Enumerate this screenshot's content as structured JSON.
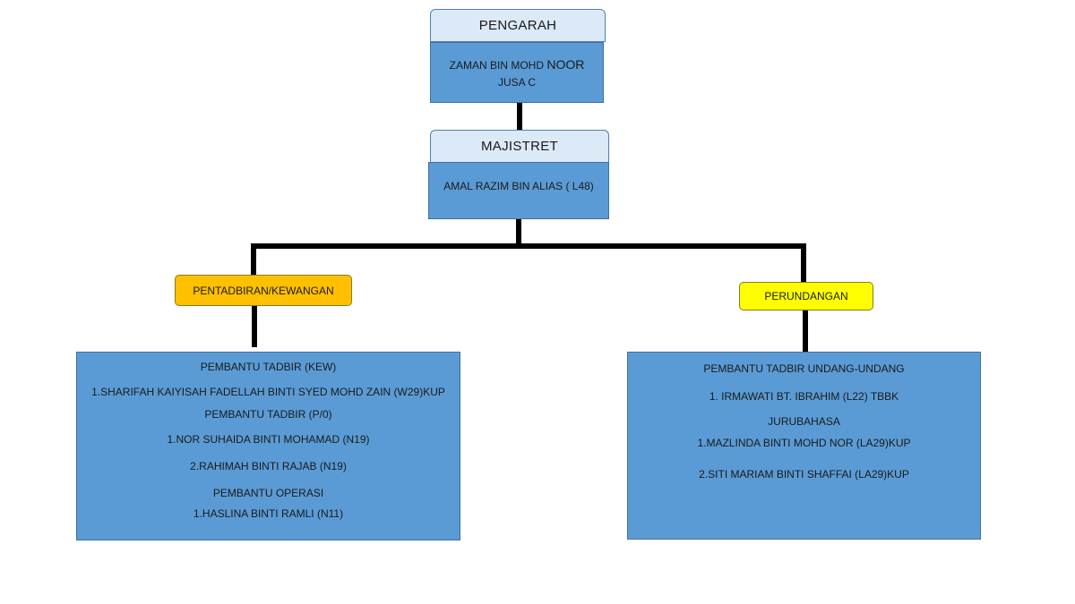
{
  "pengarah": {
    "title": "PENGARAH",
    "name_part": "ZAMAN BIN MOHD",
    "name_emph": "NOOR",
    "grade": "JUSA C"
  },
  "majistret": {
    "title": "MAJISTRET",
    "name": "AMAL RAZIM BIN ALIAS ( L48)"
  },
  "units": {
    "left": {
      "label": "PENTADBIRAN/KEWANGAN",
      "color": "#ffc000",
      "lines": [
        "PEMBANTU TADBIR (KEW)",
        "1.SHARIFAH KAIYISAH FADELLAH BINTI SYED MOHD ZAIN (W29)KUP",
        "PEMBANTU TADBIR (P/0)",
        "1.NOR SUHAIDA BINTI MOHAMAD (N19)",
        "2.RAHIMAH BINTI RAJAB (N19)",
        "PEMBANTU OPERASI",
        "1.HASLINA BINTI RAMLI (N11)"
      ]
    },
    "right": {
      "label": "PERUNDANGAN",
      "color": "#ffff00",
      "lines": [
        "PEMBANTU TADBIR UNDANG-UNDANG",
        "1. IRMAWATI BT. IBRAHIM (L22) TBBK",
        "JURUBAHASA",
        "1.MAZLINDA BINTI MOHD NOR (LA29)KUP",
        "2.SITI MARIAM BINTI SHAFFAI (LA29)KUP"
      ]
    }
  }
}
